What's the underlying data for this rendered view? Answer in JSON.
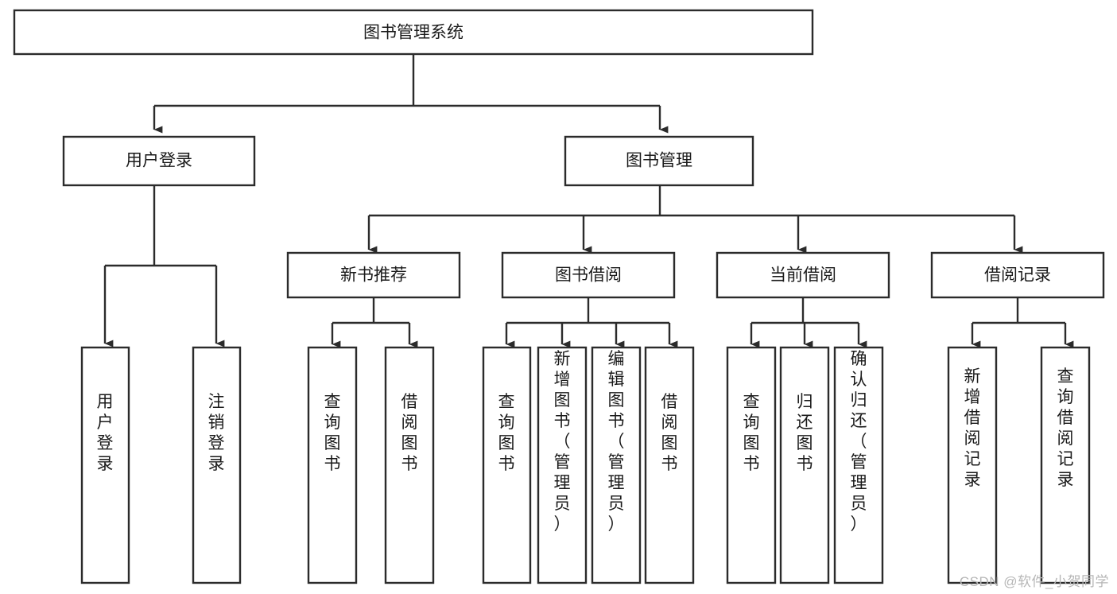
{
  "page": {
    "title": "图书管理系统功能结构图",
    "background_color": "#ffffff",
    "line_color": "#2b2b2b",
    "text_color": "#1a1a1a",
    "watermark_color": "#b6b6b6"
  },
  "watermark": {
    "text": "CSDN @软件_小贺同学"
  },
  "chart_data": {
    "type": "diagram",
    "diagram_kind": "tree-hierarchy",
    "orientation": "top-down",
    "title": "图书管理系统",
    "edge_style": "orthogonal-elbow-with-arrowhead",
    "levels": 4,
    "root": {
      "label": "图书管理系统",
      "text_orientation": "horizontal"
    },
    "nodes": [
      {
        "id": "root",
        "label": "图书管理系统",
        "level": 0,
        "parent": null,
        "text_orientation": "horizontal"
      },
      {
        "id": "user-login",
        "label": "用户登录",
        "level": 1,
        "parent": "root",
        "text_orientation": "horizontal"
      },
      {
        "id": "book-manage",
        "label": "图书管理",
        "level": 1,
        "parent": "root",
        "text_orientation": "horizontal"
      },
      {
        "id": "user-login-leaf",
        "label": "用户登录",
        "level": 2,
        "parent": "user-login",
        "text_orientation": "vertical"
      },
      {
        "id": "logout-leaf",
        "label": "注销登录",
        "level": 2,
        "parent": "user-login",
        "text_orientation": "vertical"
      },
      {
        "id": "new-book-recommend",
        "label": "新书推荐",
        "level": 2,
        "parent": "book-manage",
        "text_orientation": "horizontal"
      },
      {
        "id": "book-borrow",
        "label": "图书借阅",
        "level": 2,
        "parent": "book-manage",
        "text_orientation": "horizontal"
      },
      {
        "id": "current-borrow",
        "label": "当前借阅",
        "level": 2,
        "parent": "book-manage",
        "text_orientation": "horizontal"
      },
      {
        "id": "borrow-record",
        "label": "借阅记录",
        "level": 2,
        "parent": "book-manage",
        "text_orientation": "horizontal"
      },
      {
        "id": "nbr-query-book",
        "label": "查询图书",
        "level": 3,
        "parent": "new-book-recommend",
        "text_orientation": "vertical"
      },
      {
        "id": "nbr-borrow-book",
        "label": "借阅图书",
        "level": 3,
        "parent": "new-book-recommend",
        "text_orientation": "vertical"
      },
      {
        "id": "bb-query-book",
        "label": "查询图书",
        "level": 3,
        "parent": "book-borrow",
        "text_orientation": "vertical"
      },
      {
        "id": "bb-add-book",
        "label": "新增图书（管理员）",
        "level": 3,
        "parent": "book-borrow",
        "text_orientation": "vertical"
      },
      {
        "id": "bb-edit-book",
        "label": "编辑图书（管理员）",
        "level": 3,
        "parent": "book-borrow",
        "text_orientation": "vertical"
      },
      {
        "id": "bb-borrow-book",
        "label": "借阅图书",
        "level": 3,
        "parent": "book-borrow",
        "text_orientation": "vertical"
      },
      {
        "id": "cb-query-book",
        "label": "查询图书",
        "level": 3,
        "parent": "current-borrow",
        "text_orientation": "vertical"
      },
      {
        "id": "cb-return-book",
        "label": "归还图书",
        "level": 3,
        "parent": "current-borrow",
        "text_orientation": "vertical"
      },
      {
        "id": "cb-confirm-return",
        "label": "确认归还（管理员）",
        "level": 3,
        "parent": "current-borrow",
        "text_orientation": "vertical"
      },
      {
        "id": "br-add-record",
        "label": "新增借阅记录",
        "level": 3,
        "parent": "borrow-record",
        "text_orientation": "vertical"
      },
      {
        "id": "br-query-record",
        "label": "查询借阅记录",
        "level": 3,
        "parent": "borrow-record",
        "text_orientation": "vertical"
      }
    ],
    "edges": [
      {
        "from": "root",
        "to": "user-login"
      },
      {
        "from": "root",
        "to": "book-manage"
      },
      {
        "from": "user-login",
        "to": "user-login-leaf"
      },
      {
        "from": "user-login",
        "to": "logout-leaf"
      },
      {
        "from": "book-manage",
        "to": "new-book-recommend"
      },
      {
        "from": "book-manage",
        "to": "book-borrow"
      },
      {
        "from": "book-manage",
        "to": "current-borrow"
      },
      {
        "from": "book-manage",
        "to": "borrow-record"
      },
      {
        "from": "new-book-recommend",
        "to": "nbr-query-book"
      },
      {
        "from": "new-book-recommend",
        "to": "nbr-borrow-book"
      },
      {
        "from": "book-borrow",
        "to": "bb-query-book"
      },
      {
        "from": "book-borrow",
        "to": "bb-add-book"
      },
      {
        "from": "book-borrow",
        "to": "bb-edit-book"
      },
      {
        "from": "book-borrow",
        "to": "bb-borrow-book"
      },
      {
        "from": "current-borrow",
        "to": "cb-query-book"
      },
      {
        "from": "current-borrow",
        "to": "cb-return-book"
      },
      {
        "from": "current-borrow",
        "to": "cb-confirm-return"
      },
      {
        "from": "borrow-record",
        "to": "br-add-record"
      },
      {
        "from": "borrow-record",
        "to": "br-query-record"
      }
    ]
  }
}
